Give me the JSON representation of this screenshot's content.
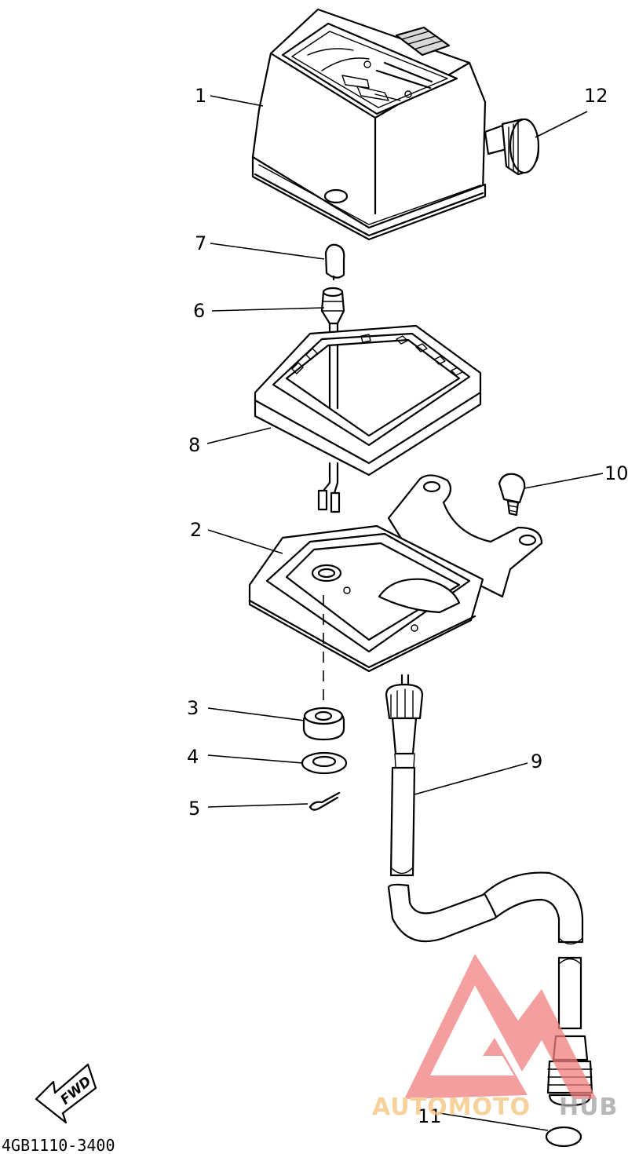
{
  "diagram": {
    "code": "4GB1110-3400",
    "fwd_label": "FWD",
    "callouts": [
      {
        "id": "1",
        "label": "1"
      },
      {
        "id": "2",
        "label": "2"
      },
      {
        "id": "3",
        "label": "3"
      },
      {
        "id": "4",
        "label": "4"
      },
      {
        "id": "5",
        "label": "5"
      },
      {
        "id": "6",
        "label": "6"
      },
      {
        "id": "7",
        "label": "7"
      },
      {
        "id": "8",
        "label": "8"
      },
      {
        "id": "9",
        "label": "9"
      },
      {
        "id": "10",
        "label": "10"
      },
      {
        "id": "11",
        "label": "11"
      },
      {
        "id": "12",
        "label": "12"
      }
    ]
  },
  "watermark": {
    "text_a": "AUTOMOTO",
    "text_b": "HUB",
    "color_logo": "#f08080",
    "color_text_a": "#f5c27a",
    "color_text_b": "#a0a0a0"
  }
}
